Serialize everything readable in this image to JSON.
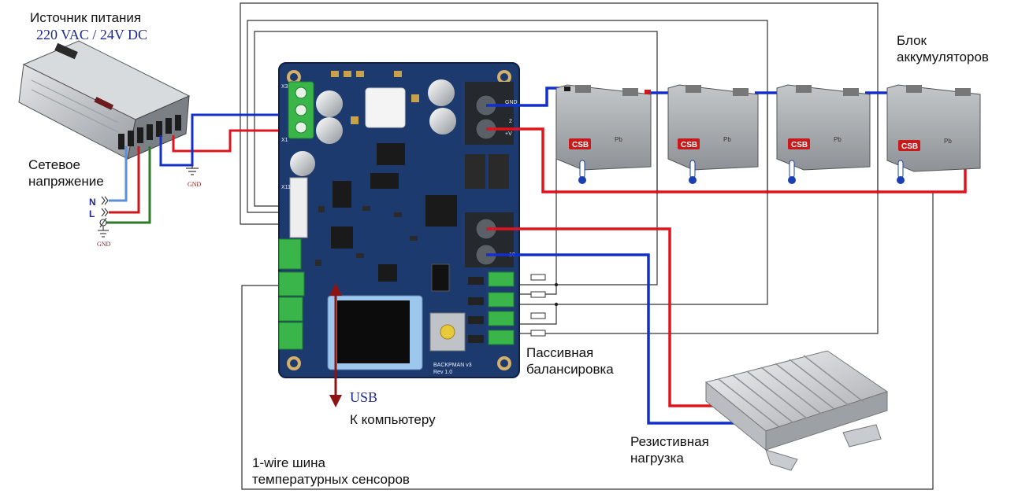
{
  "labels": {
    "psu_title": "Источник питания",
    "psu_spec": "220 VAC / 24V DC",
    "mains": "Сетевое",
    "mains2": "напряжение",
    "n": "N",
    "l": "L",
    "gnd_top": "GND",
    "gnd_bottom": "GND",
    "battery_block": "Блок",
    "battery_block2": "аккумуляторов",
    "passive": "Пассивная",
    "passive2": "балансировка",
    "usb": "USB",
    "to_pc": "К компьютеру",
    "load": "Резистивная",
    "load2": "нагрузка",
    "onewire": "1-wire шина",
    "onewire2": "температурных сенсоров",
    "board_name": "BACKPMAN v3",
    "board_rev": "Rev 1.0",
    "x3": "X3",
    "x1": "X1",
    "x2_right": "2",
    "x10_right": "10",
    "x11": "X11",
    "gnd_term": "GND",
    "plus_term": "+V",
    "battery_brand": "CSB",
    "battery_pb": "Pb"
  },
  "colors": {
    "wire_red": "#e0141e",
    "wire_blue": "#1230c8",
    "wire_green": "#2d7a2a",
    "wire_lightblue": "#5b8fd6",
    "wire_darkred": "#c81a1a",
    "usb_arrow": "#8b1414",
    "pcb": "#1d3a6e",
    "terminal": "#39b54a",
    "battery": "#a9acb0",
    "thermo": "#1a3fb0"
  }
}
